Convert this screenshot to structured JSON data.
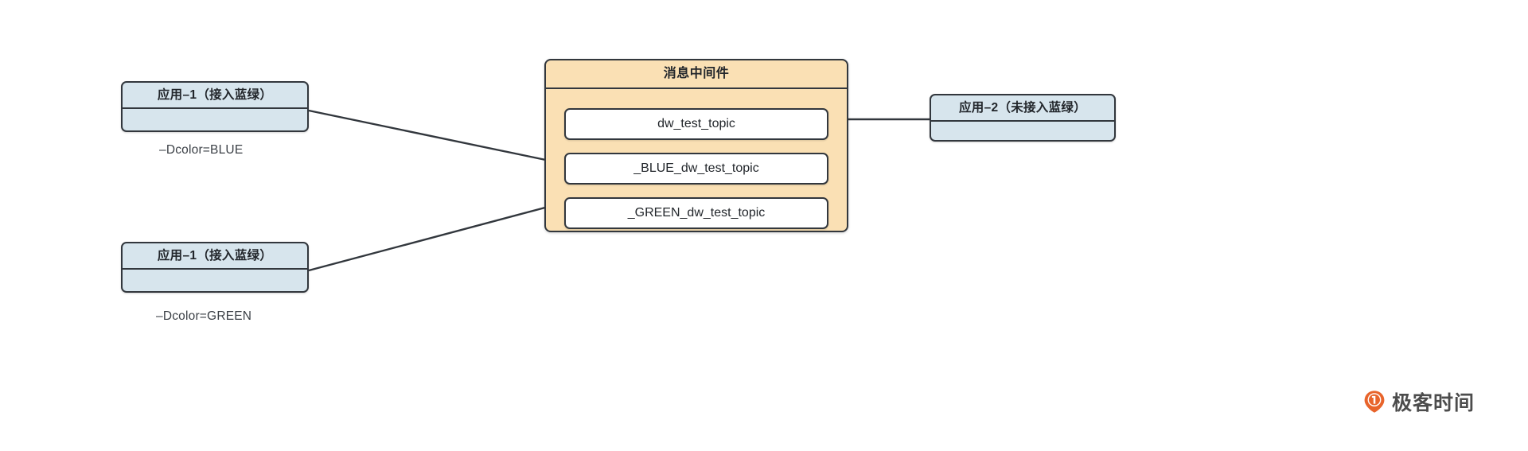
{
  "diagram": {
    "background": "#ffffff",
    "node_fill": "#d7e5ed",
    "container_fill": "#fae0b4",
    "topic_fill": "#ffffff",
    "stroke": "#32373d",
    "accent": "#e8642b"
  },
  "producers": [
    {
      "id": "app-1-blue",
      "title": "应用–1（接入蓝绿）",
      "caption": "–Dcolor=BLUE",
      "target_topic": "_BLUE_dw_test_topic"
    },
    {
      "id": "app-1-green",
      "title": "应用–1（接入蓝绿）",
      "caption": "–Dcolor=GREEN",
      "target_topic": "_GREEN_dw_test_topic"
    }
  ],
  "consumer": {
    "id": "app-2",
    "title": "应用–2（未接入蓝绿）",
    "target_topic": "dw_test_topic"
  },
  "middleware": {
    "title": "消息中间件",
    "topics": [
      {
        "name": "dw_test_topic"
      },
      {
        "name": "_BLUE_dw_test_topic"
      },
      {
        "name": "_GREEN_dw_test_topic"
      }
    ]
  },
  "watermark": {
    "text": "极客时间"
  }
}
